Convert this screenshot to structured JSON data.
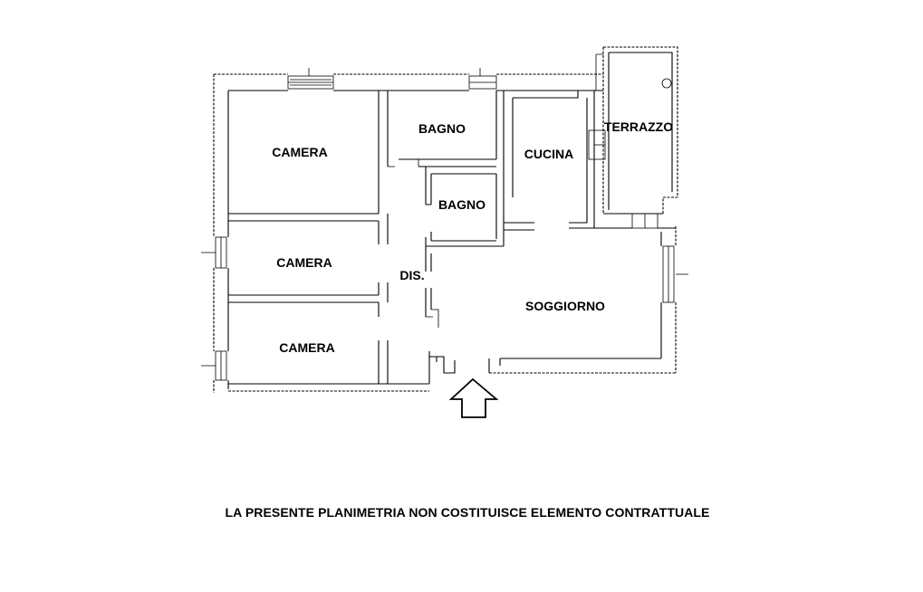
{
  "rooms": {
    "camera_top": "CAMERA",
    "camera_middle": "CAMERA",
    "camera_bottom": "CAMERA",
    "bagno_top": "BAGNO",
    "bagno_small": "BAGNO",
    "cucina": "CUCINA",
    "terrazzo": "TERRAZZO",
    "disimpegno": "DIS.",
    "soggiorno": "SOGGIORNO"
  },
  "footer": {
    "disclaimer": "LA PRESENTE PLANIMETRIA NON COSTITUISCE ELEMENTO CONTRATTUALE"
  },
  "icons": {
    "entrance": "entrance-arrow-icon"
  }
}
